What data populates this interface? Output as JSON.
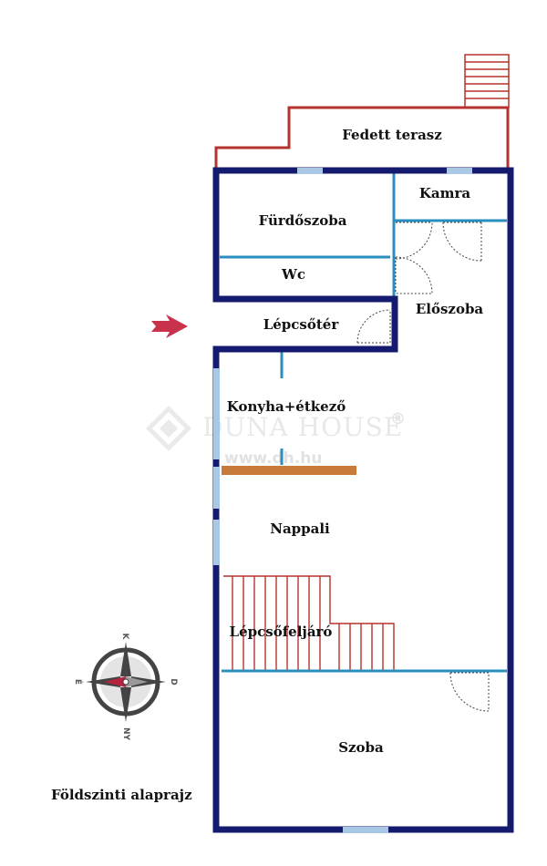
{
  "plan_caption": "Földszinti alaprajz",
  "watermark": {
    "brand": "DUNA HOUSE",
    "registered": "®",
    "url": "www.dh.hu"
  },
  "rooms": {
    "fedett_terasz": "Fedett terasz",
    "kamra": "Kamra",
    "furdoszoba": "Fürdőszoba",
    "wc": "Wc",
    "eloszoba": "Előszoba",
    "lepcsoter": "Lépcsőtér",
    "konyha_etkezo": "Konyha+étkező",
    "nappali": "Nappali",
    "lepcsofeljaro": "Lépcsőfeljáró",
    "szoba": "Szoba"
  },
  "compass": {
    "north": "K",
    "east": "D",
    "south": "NY",
    "west": "É"
  },
  "colors": {
    "outer_wall": "#141a6e",
    "inner_wall": "#2a8fbf",
    "terrace_outline": "#b5322f",
    "stair_lines": "#b5322f",
    "counter": "#c77a3a",
    "window": "#a9c8e6",
    "entrance_arrow": "#c8334b"
  },
  "icons": {
    "entrance": "entrance-arrow-icon",
    "compass": "compass-icon"
  }
}
